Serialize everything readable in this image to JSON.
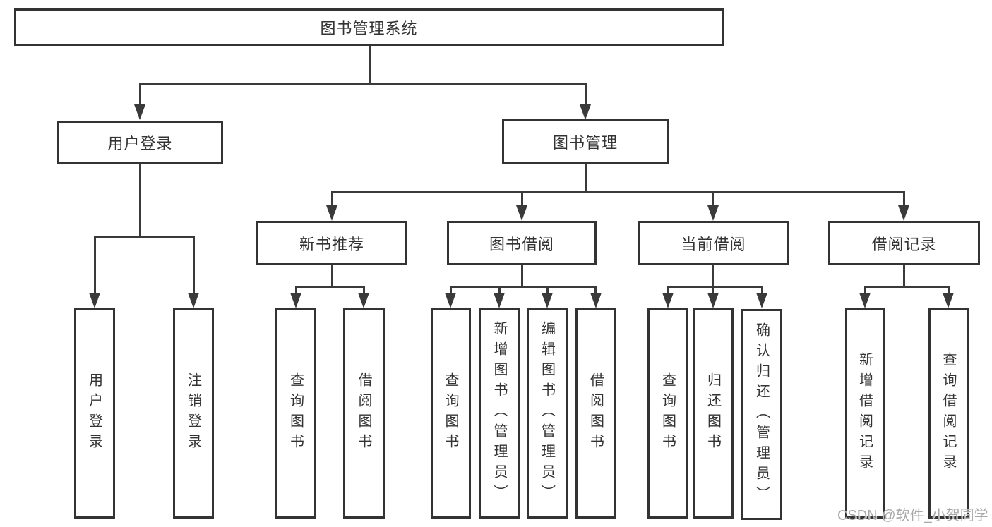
{
  "page": {
    "background": "#ffffff"
  },
  "colors": {
    "line": "#3a3a3a",
    "border": "#333333",
    "text": "#333333",
    "watermark": "#a9a9a9"
  },
  "watermark": {
    "text": "CSDN @软件_小贺同学"
  },
  "diagram": {
    "root": {
      "label": "图书管理系统"
    },
    "level2": [
      {
        "label": "用户登录"
      },
      {
        "label": "图书管理"
      }
    ],
    "level3": [
      {
        "label": "新书推荐"
      },
      {
        "label": "图书借阅"
      },
      {
        "label": "当前借阅"
      },
      {
        "label": "借阅记录"
      }
    ],
    "leaves": {
      "user_login": [
        {
          "label": "用户登录"
        },
        {
          "label": "注销登录"
        }
      ],
      "new_book": [
        {
          "label": "查询图书"
        },
        {
          "label": "借阅图书"
        }
      ],
      "book_borrow": [
        {
          "label": "查询图书"
        },
        {
          "label": "新增图书（管理员）"
        },
        {
          "label": "编辑图书（管理员）"
        },
        {
          "label": "借阅图书"
        }
      ],
      "current_borrow": [
        {
          "label": "查询图书"
        },
        {
          "label": "归还图书"
        },
        {
          "label": "确认归还（管理员）"
        }
      ],
      "borrow_record": [
        {
          "label": "新增借阅记录"
        },
        {
          "label": "查询借阅记录"
        }
      ]
    }
  }
}
